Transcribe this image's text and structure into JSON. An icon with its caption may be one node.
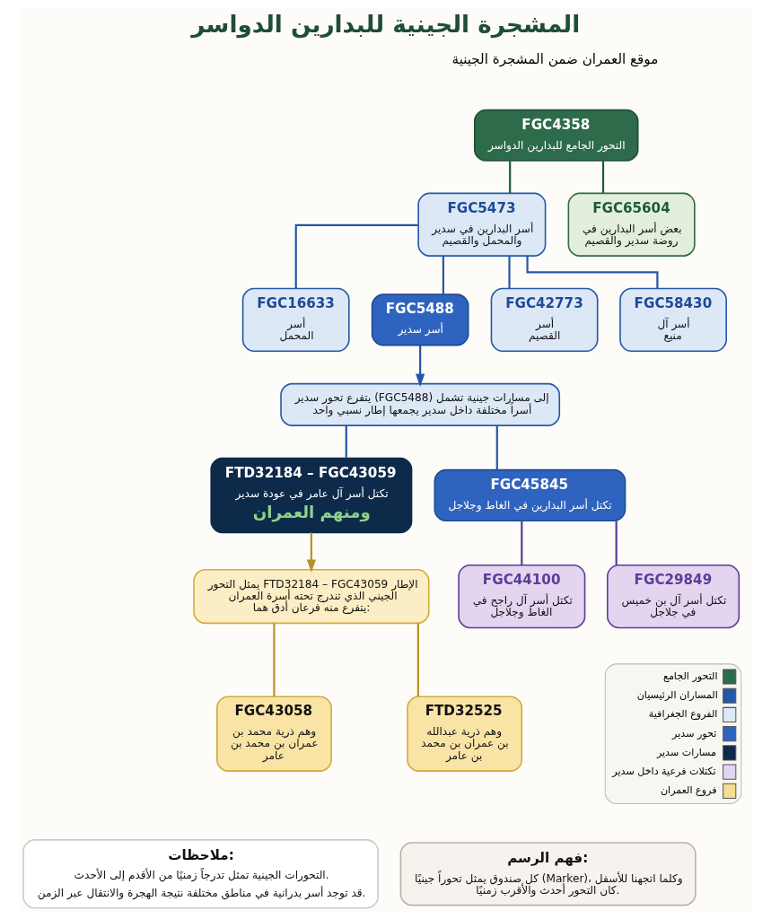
{
  "diagram": {
    "title": "المشجرة الجينية للبدارين الدواسر",
    "nodes": [
      {
        "text": [
          "FGC4358",
          "التحور الجامع للبدارين الدواسر"
        ]
      },
      {
        "text": [
          "FGC5473",
          "أسر البدارين في سدير والمحمل والقصيم"
        ]
      },
      {
        "text": [
          "FGC65604",
          "بعض أسر البدارين في روضة سدير والقصيم"
        ]
      },
      {
        "text": [
          "FGC16633",
          "أسر المحمل"
        ]
      },
      {
        "text": [
          "FGC5488",
          "أسر سدير"
        ]
      },
      {
        "text": [
          "FGC42773",
          "أسر القصيم"
        ]
      },
      {
        "text": [
          "FGC58430",
          "أسر آل منيع"
        ]
      },
      {
        "text": [
          "يتفرع تحور سدير (FGC5488) إلى مسارات جينية تشمل أسراً مختلفة داخل سدير يجمعها إطار نسبي واحد"
        ]
      },
      {
        "text": [
          "FTD32184 – FGC43059",
          "تكتل أسر آل عامر في عودة سدير",
          "ومنهم العمران"
        ]
      },
      {
        "text": [
          "FGC45845",
          "تكتل أسر البدارين في الغاط وجلاجل"
        ]
      },
      {
        "text": [
          "FGC44100",
          "تكتل أسر آل راجح في الغاط وجلاجل"
        ]
      },
      {
        "text": [
          "FGC29849",
          "تكتل أسر آل بن خميس في جلاجل"
        ]
      },
      {
        "text": [
          "يمثل التحور FTD32184 – FGC43059 الإطار الجيني الذي تندرج تحته أسرة العمران يتفرع منه فرعان أدق هما:"
        ]
      },
      {
        "text": [
          "FGC43058",
          "وهم ذرية محمد بن عمران بن محمد بن عامر"
        ]
      },
      {
        "text": [
          "FTD32525",
          "وهم ذرية عبدالله بن عمران بن محمد بن عامر"
        ]
      },
      {
        "text": [
          "ملاحظات:",
          "التحورات الجينية تمثل تدرجاً زمنيًا من الأقدم إلى الأحدث.",
          "قد توجد أسر بدرانية في مناطق مختلفة نتيجة الهجرة والانتقال عبر الزمن."
        ]
      },
      {
        "text": [
          "فهم الرسم:",
          "كل صندوق يمثل تحوراً جينيًا (Marker)، وكلما اتجهنا للأسفل كان التحور أحدث والأقرب زمنيًا."
        ]
      }
    ],
    "edges": [
      {
        "from": 0,
        "to": 1,
        "arrow": "none",
        "color": "#1f5a3a"
      },
      {
        "from": 0,
        "to": 2,
        "arrow": "none",
        "color": "#1f5a3a"
      },
      {
        "from": 1,
        "to": 3,
        "arrow": "none"
      },
      {
        "from": 1,
        "to": 4,
        "arrow": "none"
      },
      {
        "from": 1,
        "to": 5,
        "arrow": "none"
      },
      {
        "from": 1,
        "to": 6,
        "arrow": "none"
      },
      {
        "from": 4,
        "to": 7,
        "arrow": "to"
      },
      {
        "from": 7,
        "to": 8,
        "arrow": "none"
      },
      {
        "from": 7,
        "to": 9,
        "arrow": "none"
      },
      {
        "from": 9,
        "to": 10,
        "arrow": "none",
        "color": "#5b3d99"
      },
      {
        "from": 9,
        "to": 11,
        "arrow": "none",
        "color": "#5b3d99"
      },
      {
        "from": 8,
        "to": 12,
        "arrow": "to",
        "color": "#b8922a"
      },
      {
        "from": 12,
        "to": 13,
        "arrow": "none",
        "color": "#b8922a"
      },
      {
        "from": 12,
        "to": 14,
        "arrow": "none",
        "color": "#b8922a"
      }
    ],
    "labels": [
      "موقع العمران ضمن المشجرة الجينية"
    ],
    "legend": [
      {
        "text": "التحور الجامع",
        "color": "#2e6b4a"
      },
      {
        "text": "المساران الرئيسيان",
        "color": "#2757a8"
      },
      {
        "text": "الفروع الجغرافية",
        "color": "#dde8f7"
      },
      {
        "text": "تحور سدير",
        "color": "#2f63c0"
      },
      {
        "text": "مسارات سدير",
        "color": "#0d2a4a"
      },
      {
        "text": "تكتلات فرعية داخل سدير",
        "color": "#e3d4f0"
      },
      {
        "text": "فروع العمران",
        "color": "#f5dc8f"
      }
    ]
  }
}
